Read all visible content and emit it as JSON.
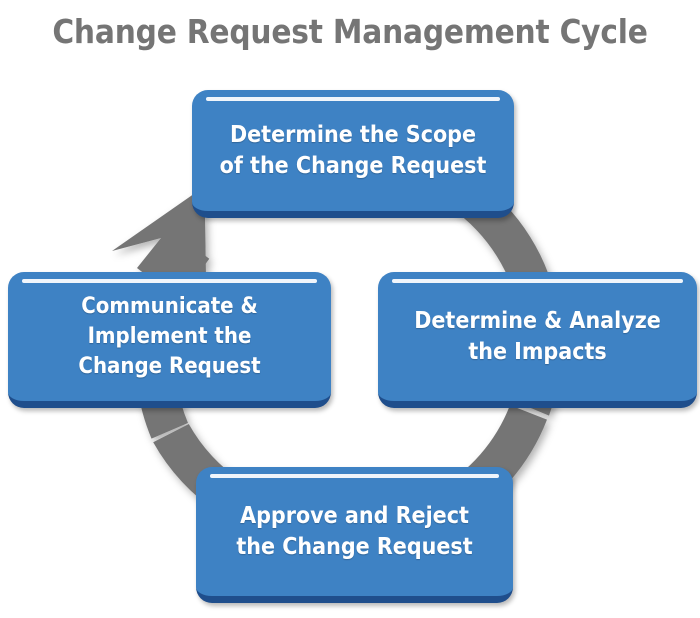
{
  "page": {
    "title": "Change Request Management Cycle",
    "background_color": "#FFFFFF",
    "title_color": "#757575"
  },
  "diagram": {
    "type": "cycle",
    "direction": "clockwise",
    "arrow": {
      "name": "cycle-arrow",
      "color": "#757575",
      "segments": 4,
      "arrowhead_position": "top-left"
    },
    "node_colors": {
      "fill": "#3E82C4",
      "bottom_edge": "#1F4E8C",
      "highlight": "#FFFFFF",
      "text": "#FFFFFF"
    },
    "nodes": [
      {
        "id": "scope",
        "label": "Determine the Scope\nof the Change Request",
        "position": "top"
      },
      {
        "id": "impacts",
        "label": "Determine & Analyze\nthe Impacts",
        "position": "right"
      },
      {
        "id": "approve",
        "label": "Approve and Reject\nthe Change Request",
        "position": "bottom"
      },
      {
        "id": "comm",
        "label": "Communicate &\nImplement the\nChange Request",
        "position": "left"
      }
    ]
  }
}
